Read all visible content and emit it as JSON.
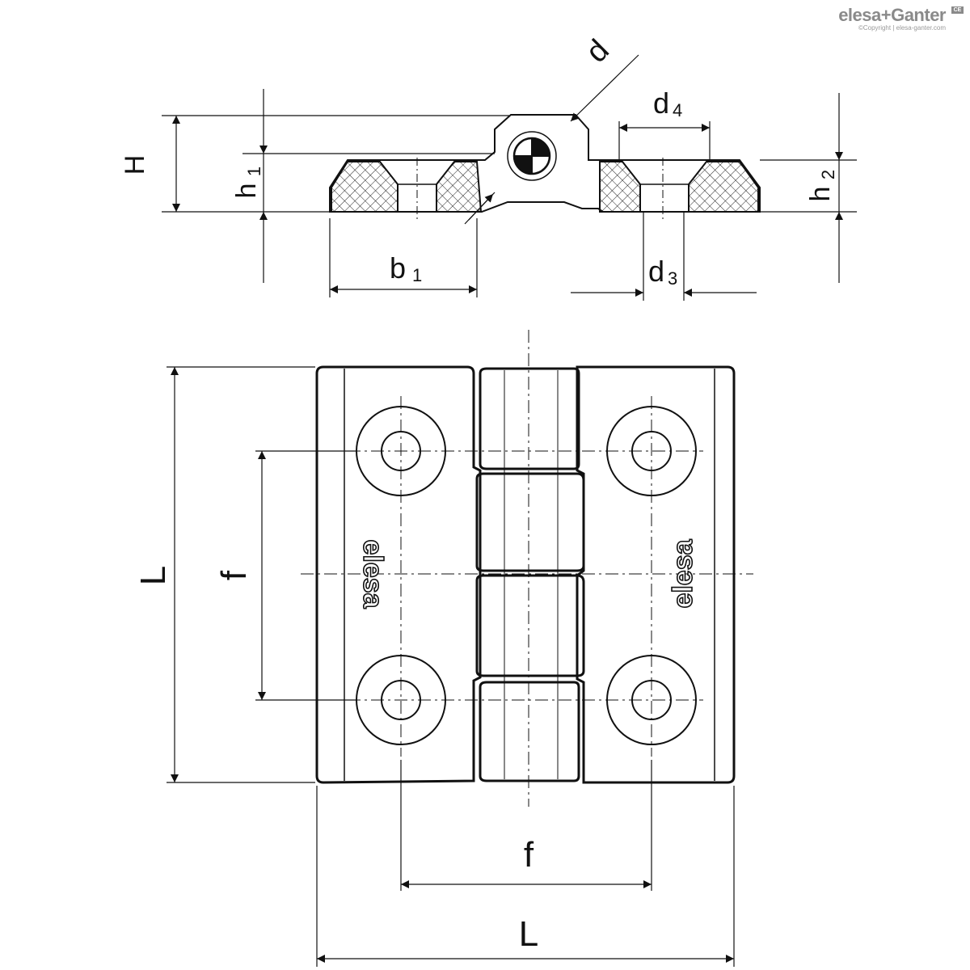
{
  "brand": {
    "logo": "elesa+Ganter",
    "copyright": "©Copyright | elesa-ganter.com",
    "badge": "CE"
  },
  "embossed_mark": "elesa",
  "dimensions": {
    "H": "H",
    "h1": "h",
    "h1_sub": "1",
    "h2": "h",
    "h2_sub": "2",
    "b1": "b",
    "b1_sub": "1",
    "d": "d",
    "d3": "d",
    "d3_sub": "3",
    "d4": "d",
    "d4_sub": "4",
    "f": "f",
    "L": "L"
  }
}
